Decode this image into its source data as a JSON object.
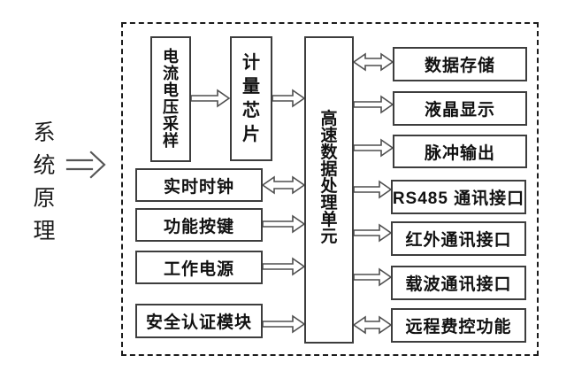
{
  "side_label": {
    "text": "系统原理"
  },
  "blocks": {
    "sampling": {
      "label": "电流电压采样"
    },
    "metering": {
      "label": "计量芯片"
    },
    "processor": {
      "label": "高速数据处理单元"
    },
    "rtc": {
      "label": "实时时钟"
    },
    "keys": {
      "label": "功能按键"
    },
    "power": {
      "label": "工作电源"
    },
    "security": {
      "label": "安全认证模块"
    },
    "storage": {
      "label": "数据存储"
    },
    "lcd": {
      "label": "液晶显示"
    },
    "pulse": {
      "label": "脉冲输出"
    },
    "rs485": {
      "label": "RS485 通讯接口"
    },
    "infrared": {
      "label": "红外通讯接口"
    },
    "carrier": {
      "label": "载波通讯接口"
    },
    "fee_control": {
      "label": "远程费控功能"
    }
  },
  "connections": [
    {
      "from": "side_label",
      "to": "frame",
      "direction": "right"
    },
    {
      "from": "sampling",
      "to": "metering",
      "direction": "right"
    },
    {
      "from": "metering",
      "to": "processor",
      "direction": "right"
    },
    {
      "from": "rtc",
      "to": "processor",
      "direction": "both"
    },
    {
      "from": "keys",
      "to": "processor",
      "direction": "right"
    },
    {
      "from": "power",
      "to": "processor",
      "direction": "right"
    },
    {
      "from": "security",
      "to": "processor",
      "direction": "right"
    },
    {
      "from": "processor",
      "to": "storage",
      "direction": "both"
    },
    {
      "from": "processor",
      "to": "lcd",
      "direction": "right"
    },
    {
      "from": "processor",
      "to": "pulse",
      "direction": "right"
    },
    {
      "from": "processor",
      "to": "rs485",
      "direction": "right"
    },
    {
      "from": "processor",
      "to": "infrared",
      "direction": "right"
    },
    {
      "from": "processor",
      "to": "carrier",
      "direction": "right"
    },
    {
      "from": "processor",
      "to": "fee_control",
      "direction": "both"
    }
  ],
  "colors": {
    "background": "#ffffff",
    "box_border": "#3d3d3d",
    "frame_border": "#1c1c1c",
    "text": "#111111",
    "arrow_outline": "#4f4f4f"
  }
}
